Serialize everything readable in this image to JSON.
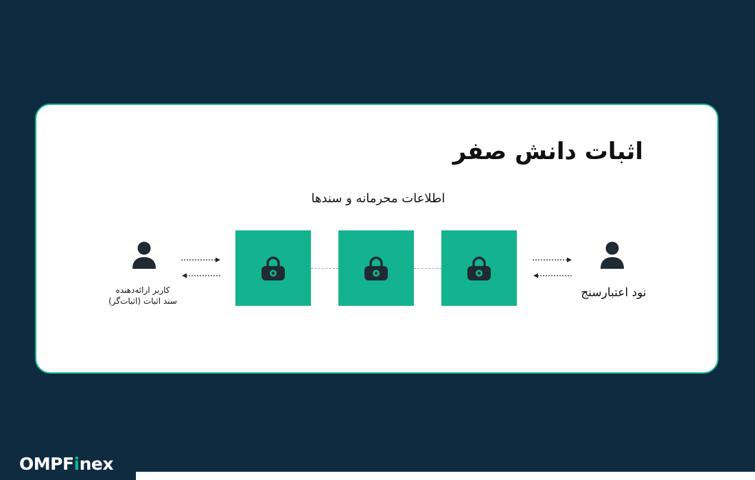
{
  "title": "اثبات دانش صفر",
  "subtitle": "اطلاعات محرمانه و سندها",
  "prover": {
    "label_line1": "کاربر ارائه‌دهنده",
    "label_line2": "سند اثبات (اثبات‌گر)",
    "icon": "user-icon"
  },
  "verifier": {
    "label": "نود اعتبارسنج",
    "icon": "user-icon"
  },
  "blocks": [
    {
      "icon": "lock-icon"
    },
    {
      "icon": "lock-icon"
    },
    {
      "icon": "lock-icon"
    }
  ],
  "brand": {
    "prefix": "OMPF",
    "accent_letter": "i",
    "suffix": "nex"
  },
  "colors": {
    "background": "#0f2b40",
    "accent": "#14b38f",
    "card": "#ffffff",
    "icon_dark": "#1f2a33"
  }
}
